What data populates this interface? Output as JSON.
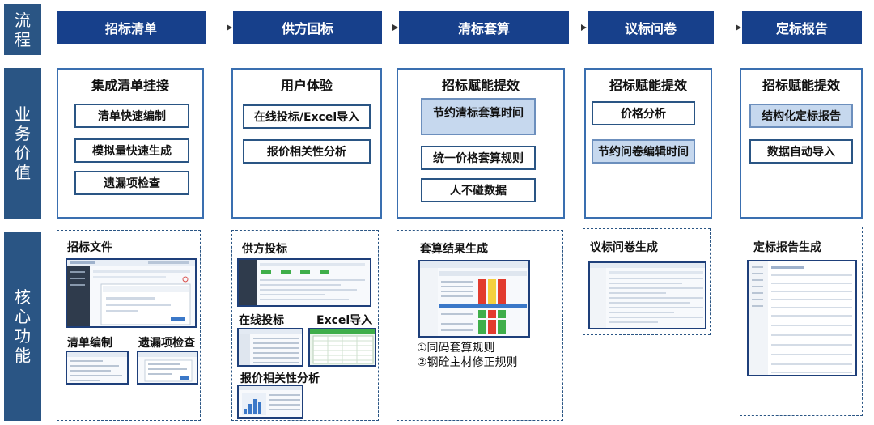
{
  "sidebar": {
    "flow": [
      "流",
      "程"
    ],
    "value": [
      "业",
      "务",
      "价",
      "值"
    ],
    "core": [
      "核",
      "心",
      "功",
      "能"
    ]
  },
  "steps": [
    "招标清单",
    "供方回标",
    "清标套算",
    "议标问卷",
    "定标报告"
  ],
  "value_panels": [
    {
      "title": "集成清单挂接",
      "items": [
        "清单快速编制",
        "模拟量快速生成",
        "遗漏项检查"
      ]
    },
    {
      "title": "用户体验",
      "items": [
        "在线投标/Excel导入",
        "报价相关性分析"
      ]
    },
    {
      "title": "招标赋能提效",
      "items": [
        "节约清标套算时间",
        "统一价格套算规则",
        "人不碰数据"
      ]
    },
    {
      "title": "招标赋能提效",
      "items": [
        "价格分析",
        "节约问卷编辑时间"
      ]
    },
    {
      "title": "招标赋能提效",
      "items": [
        "结构化定标报告",
        "数据自动导入"
      ]
    }
  ],
  "core": {
    "p1": {
      "title": "招标文件",
      "sub1": "清单编制",
      "sub2": "遗漏项检查"
    },
    "p2": {
      "title": "供方投标",
      "sub1": "在线投标",
      "sub2": "Excel导入",
      "sub3": "报价相关性分析"
    },
    "p3": {
      "title": "套算结果生成",
      "rule1": "①同码套算规则",
      "rule2": "②钢砼主材修正规则"
    },
    "p4": {
      "title": "议标问卷生成"
    },
    "p5": {
      "title": "定标报告生成"
    }
  },
  "colors": {
    "step_bg": "#17408b",
    "side_bg": "#2a5584",
    "highlight": "#c6d8ee",
    "red": "#e23b2e",
    "green": "#3fae4a",
    "yellow": "#f4d03f"
  }
}
